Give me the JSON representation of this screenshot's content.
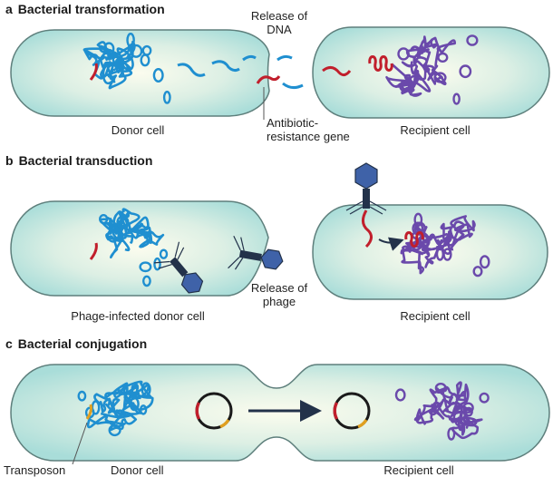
{
  "panels": [
    {
      "letter": "a",
      "title": "Bacterial transformation",
      "labels": {
        "release": [
          "Release of",
          "DNA"
        ],
        "donor": "Donor cell",
        "gene": [
          "Antibiotic-",
          "resistance gene"
        ],
        "recipient": "Recipient cell"
      }
    },
    {
      "letter": "b",
      "title": "Bacterial transduction",
      "labels": {
        "donor": "Phage-infected donor cell",
        "release": [
          "Release of",
          "phage"
        ],
        "recipient": "Recipient cell"
      }
    },
    {
      "letter": "c",
      "title": "Bacterial conjugation",
      "labels": {
        "transposon": "Transposon",
        "donor": "Donor cell",
        "recipient": "Recipient cell"
      }
    }
  ],
  "colors": {
    "cell_fill_center": "#fbfcee",
    "cell_fill_edge": "#a9ddd9",
    "cell_stroke": "#5e7f7c",
    "donor_dna": "#1f8fd0",
    "recipient_dna": "#6a49ab",
    "resistance_gene": "#c11f2c",
    "transposon": "#e0a020",
    "phage_tail": "#23324a",
    "phage_head": "#3f62a8"
  }
}
